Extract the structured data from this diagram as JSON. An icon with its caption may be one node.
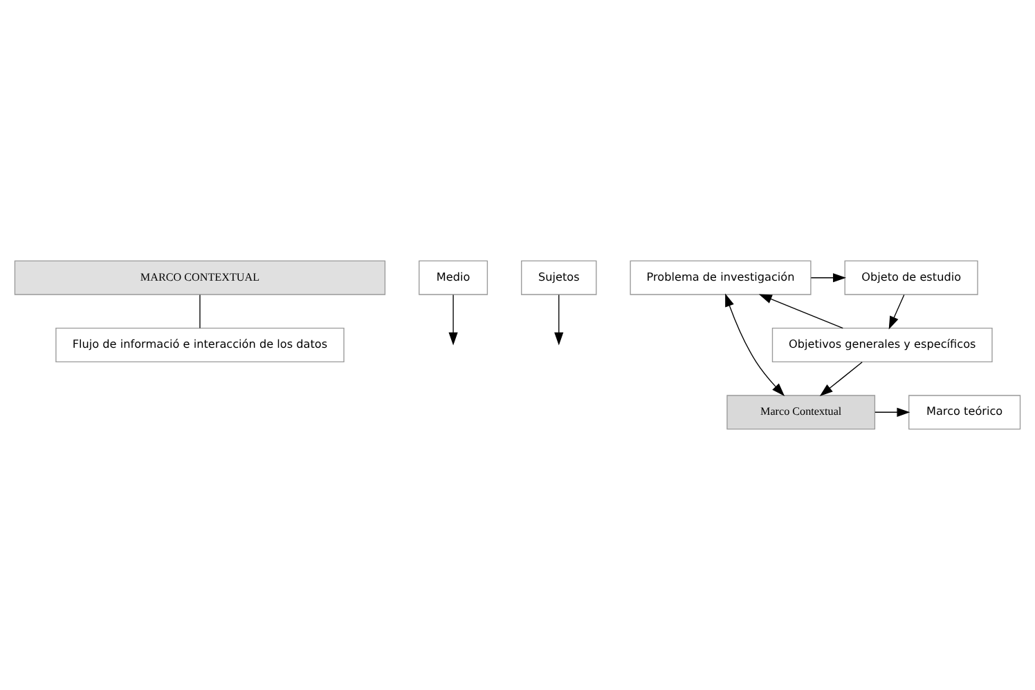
{
  "diagram": {
    "nodes": [
      {
        "text": [
          "MARCO CONTEXTUAL"
        ]
      },
      {
        "text": [
          "Flujo de informació e interacción de los datos"
        ]
      },
      {
        "text": [
          "Medio"
        ]
      },
      {
        "text": [
          "Sujetos"
        ]
      },
      {
        "text": [
          "Problema de investigación"
        ]
      },
      {
        "text": [
          "Objeto de estudio"
        ]
      },
      {
        "text": [
          "Objetivos generales y específicos"
        ]
      },
      {
        "text": [
          "Marco Contextual"
        ]
      },
      {
        "text": [
          "Marco teórico"
        ]
      }
    ],
    "edges": [
      {
        "from": 0,
        "to": 1,
        "arrow": "none"
      },
      {
        "from": 2,
        "to": null,
        "arrow": "to"
      },
      {
        "from": 3,
        "to": null,
        "arrow": "to"
      },
      {
        "from": 4,
        "to": 5,
        "arrow": "to"
      },
      {
        "from": 5,
        "to": 6,
        "arrow": "to"
      },
      {
        "from": 6,
        "to": 4,
        "arrow": "to"
      },
      {
        "from": 4,
        "to": 7,
        "arrow": "both"
      },
      {
        "from": 6,
        "to": 7,
        "arrow": "to"
      },
      {
        "from": 7,
        "to": 8,
        "arrow": "to"
      }
    ]
  }
}
